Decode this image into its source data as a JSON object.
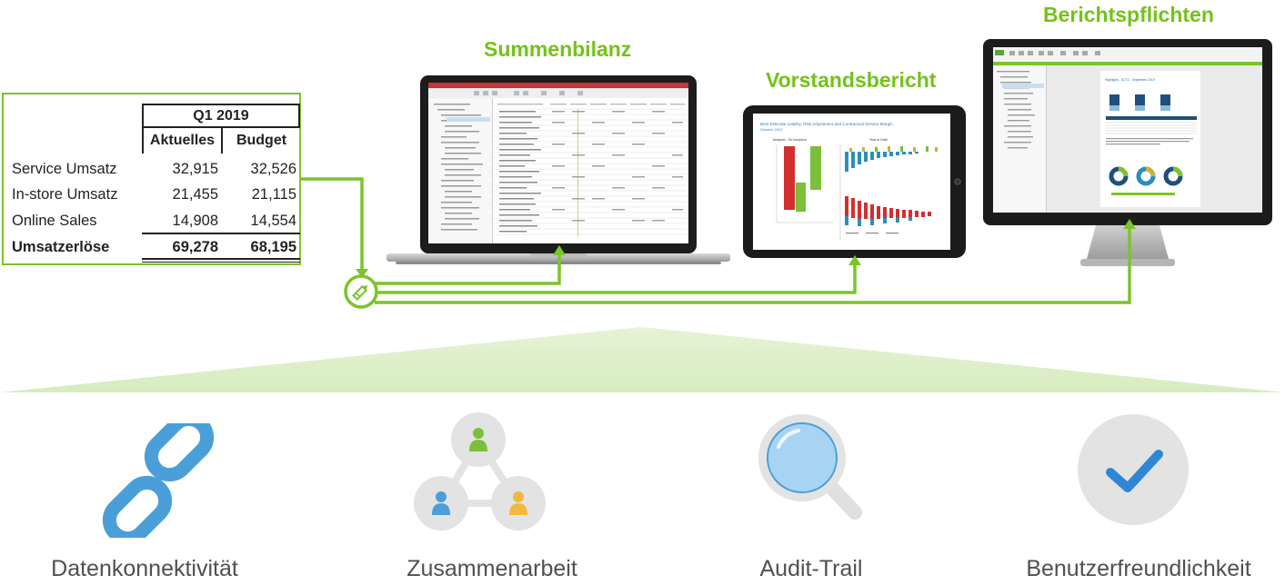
{
  "table": {
    "period": "Q1 2019",
    "columns": [
      "Aktuelles",
      "Budget"
    ],
    "rows": [
      {
        "label": "Service Umsatz",
        "actual": "32,915",
        "budget": "32,526"
      },
      {
        "label": "In-store Umsatz",
        "actual": "21,455",
        "budget": "21,115"
      },
      {
        "label": "Online Sales",
        "actual": "14,908",
        "budget": "14,554"
      }
    ],
    "total": {
      "label": "Umsatzerlöse",
      "actual": "69,278",
      "budget": "68,195"
    }
  },
  "devices": {
    "laptop_title": "Summenbilanz",
    "tablet_title": "Vorstandsbericht",
    "monitor_title": "Berichtspflichten",
    "tablet_report_title": "Best Estimate Liability, Risk Adjustment and Contractual Service Margin",
    "tablet_report_date": "October 2019",
    "tablet_left_chart": "Analysis - On Inception",
    "tablet_right_chart": "Year to Date",
    "monitor_report_title": "Highlights - SCT2 - September 2019"
  },
  "features": [
    {
      "label": "Datenkonnektivität",
      "icon": "link-chain-icon"
    },
    {
      "label": "Zusammenarbeit",
      "icon": "collaboration-network-icon"
    },
    {
      "label": "Audit-Trail",
      "icon": "magnifier-icon"
    },
    {
      "label": "Benutzerfreundlichkeit",
      "icon": "checkmark-icon"
    }
  ],
  "colors": {
    "accent_green": "#74c21a",
    "connector_green": "#7cc428",
    "icon_blue": "#4a9fd9",
    "icon_gray": "#e3e3e3",
    "label_gray": "#505050"
  }
}
